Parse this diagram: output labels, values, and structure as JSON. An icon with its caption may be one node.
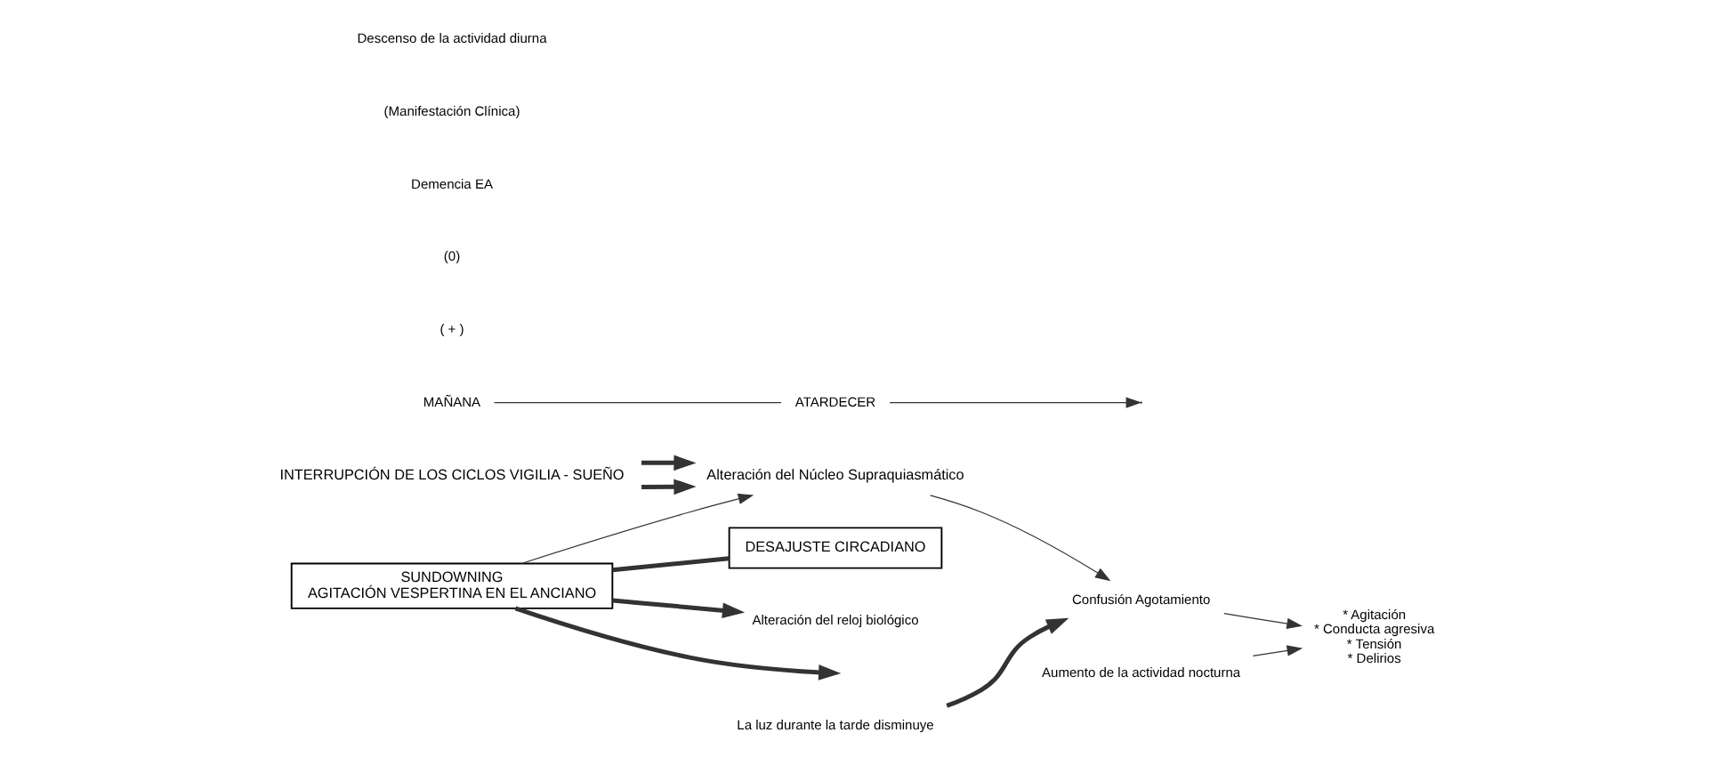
{
  "diagram": {
    "nodes": [
      {
        "text": [
          "SUNDOWNING",
          "AGITACIÓN VESPERTINA EN EL ANCIANO"
        ]
      },
      {
        "text": [
          "DESAJUSTE CIRCADIANO"
        ]
      },
      {
        "text": [
          "Alteración del Núcleo Supraquiasmático"
        ]
      },
      {
        "text": [
          "Confusión Agotamiento"
        ]
      },
      {
        "text": [
          "* Agitación",
          "* Conducta agresiva",
          "* Tensión",
          "* Delirios"
        ]
      },
      {
        "text": [
          "Alteración del reloj biológico"
        ]
      },
      {
        "text": [
          "INTERRUPCIÓN DE LOS CICLOS VIGILIA - SUEÑO"
        ]
      },
      {
        "text": [
          "La luz durante la tarde disminuye"
        ]
      },
      {
        "text": [
          "Aumento de la actividad nocturna"
        ]
      },
      {
        "text": [
          "ATARDECER"
        ]
      },
      {
        "text": [
          "MAÑANA"
        ]
      }
    ],
    "edges": [
      {
        "from": 10,
        "to": 9,
        "arrow": "none"
      },
      {
        "from": 9,
        "to": null,
        "arrow": "to"
      },
      {
        "from": 0,
        "to": 2,
        "arrow": "to"
      },
      {
        "from": 0,
        "to": null,
        "arrow": "to",
        "style": "thick"
      },
      {
        "from": 0,
        "to": 1,
        "arrow": "none",
        "style": "thick"
      },
      {
        "from": 0,
        "to": 5,
        "arrow": "to",
        "style": "thick"
      },
      {
        "from": 6,
        "to": 2,
        "arrow": "to",
        "style": "thick"
      },
      {
        "from": 6,
        "to": 2,
        "arrow": "to",
        "style": "thick"
      },
      {
        "from": 2,
        "to": 3,
        "arrow": "to"
      },
      {
        "from": 3,
        "to": 4,
        "arrow": "to"
      },
      {
        "from": 7,
        "to": 3,
        "arrow": "to",
        "style": "thick"
      },
      {
        "from": 8,
        "to": 4,
        "arrow": "to"
      }
    ],
    "labels": [
      "( + )",
      "(0)",
      "Demencia EA",
      "(Manifestación Clínica)",
      "Descenso de la actividad diurna"
    ]
  }
}
